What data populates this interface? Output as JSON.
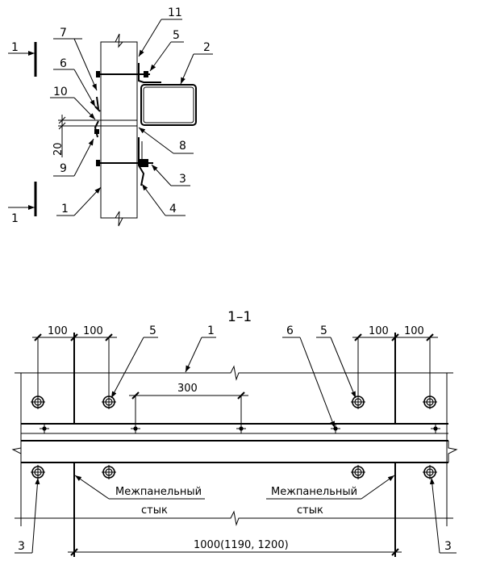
{
  "detail": {
    "section_mark": "1",
    "callouts": {
      "c1": "1",
      "c2": "2",
      "c3": "3",
      "c4": "4",
      "c5": "5",
      "c6": "6",
      "c7": "7",
      "c8": "8",
      "c9": "9",
      "c10": "10",
      "c11": "11"
    },
    "dim_gap": "20"
  },
  "section": {
    "title": "1–1",
    "dim_100": "100",
    "dim_300": "300",
    "dim_total": "1000(1190, 1200)",
    "callout_1": "1",
    "callout_5": "5",
    "callout_6": "6",
    "callout_3": "3",
    "joint_label_line1": "Межпанельный",
    "joint_label_line2": "стык"
  }
}
